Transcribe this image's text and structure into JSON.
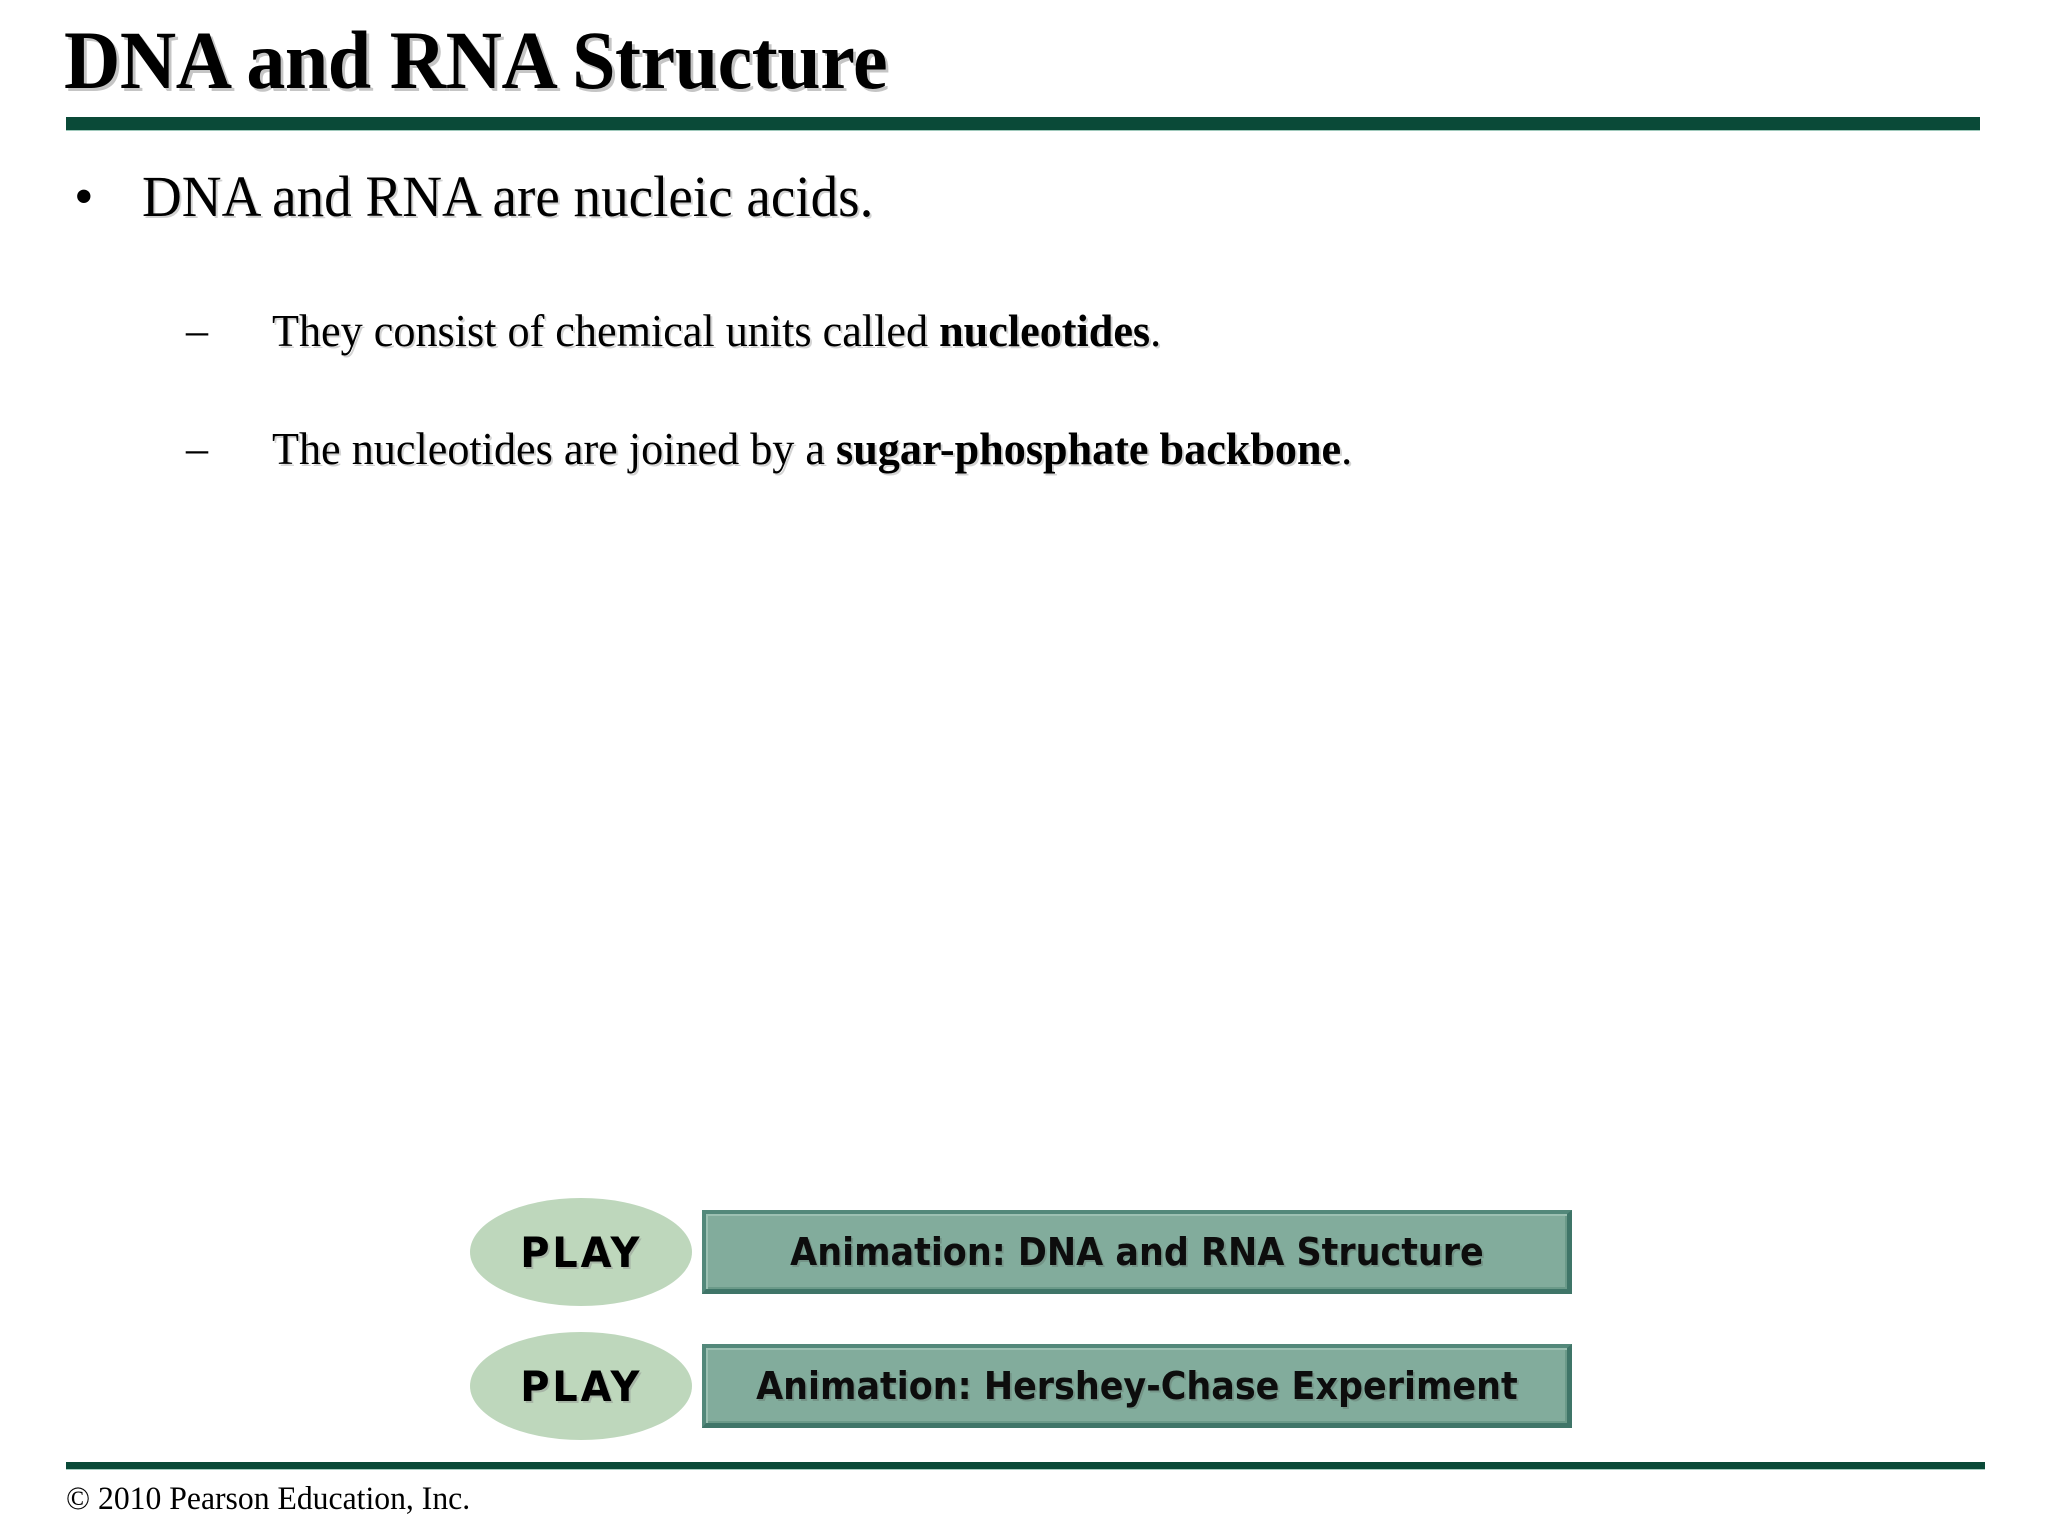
{
  "slide": {
    "title": "DNA and RNA Structure",
    "accent_color": "#0a4a38",
    "background_color": "#ffffff"
  },
  "body": {
    "bullets": [
      {
        "level": 1,
        "marker": "•",
        "text": "DNA and RNA are nucleic acids."
      },
      {
        "level": 2,
        "marker": "–",
        "text_plain": "They consist of chemical units called nucleotides.",
        "text_before": "They consist of chemical units called ",
        "text_bold": "nucleotides",
        "text_after": "."
      },
      {
        "level": 2,
        "marker": "–",
        "text_plain": "The nucleotides are joined by a sugar-phosphate backbone.",
        "text_before": "The nucleotides are joined by a ",
        "text_bold": "sugar-phosphate backbone",
        "text_after": "."
      }
    ]
  },
  "animations": {
    "play_label": "PLAY",
    "oval_color": "#bed7bc",
    "bar_color": "#82ac9c",
    "items": [
      {
        "label": "Animation: DNA and RNA Structure"
      },
      {
        "label": "Animation: Hershey-Chase Experiment"
      }
    ]
  },
  "footer": {
    "copyright": "© 2010 Pearson Education, Inc."
  }
}
